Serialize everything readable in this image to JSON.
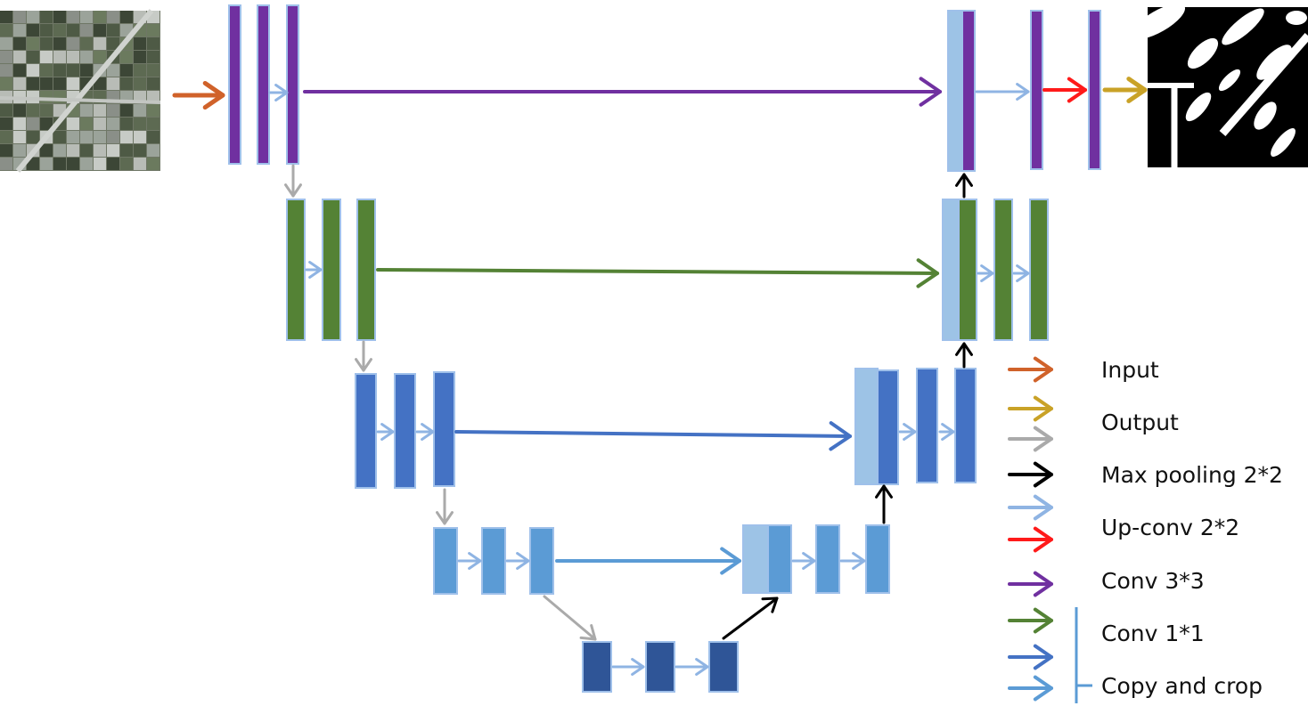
{
  "palette": {
    "level1": "#7030a0",
    "level2": "#548235",
    "level3": "#4472c4",
    "level4": "#5b9bd5",
    "level5": "#2f5597",
    "copy_block": "#9dc3e6",
    "input_arrow": "#d0622a",
    "output_arrow": "#c9a227",
    "pool_arrow": "#aaaaaa",
    "up_arrow": "#000000",
    "inner_arrow": "#8fb4e3",
    "upconv_arrow": "#ff1a1a",
    "block_border": "#9fc0ea"
  },
  "images": {
    "input": {
      "icon": "aerial-image-icon"
    },
    "output": {
      "icon": "segmentation-mask-icon"
    }
  },
  "legend": {
    "items": [
      {
        "label": "Input",
        "color": "#d0622a"
      },
      {
        "label": "Output",
        "color": "#c9a227"
      },
      {
        "label": "Max pooling 2*2",
        "color": "#aaaaaa"
      },
      {
        "label": "Up-conv 2*2",
        "color": "#000000"
      },
      {
        "label": "Conv 3*3",
        "color": "#8fb4e3"
      },
      {
        "label": "Conv 1*1",
        "color": "#ff1a1a"
      },
      {
        "label": "Copy and crop",
        "color": "#7030a0"
      },
      {
        "label": "",
        "color": "#548235"
      },
      {
        "label": "",
        "color": "#4472c4"
      },
      {
        "label": "",
        "color": "#5b9bd5"
      }
    ],
    "bracket_color": "#5b9bd5"
  }
}
